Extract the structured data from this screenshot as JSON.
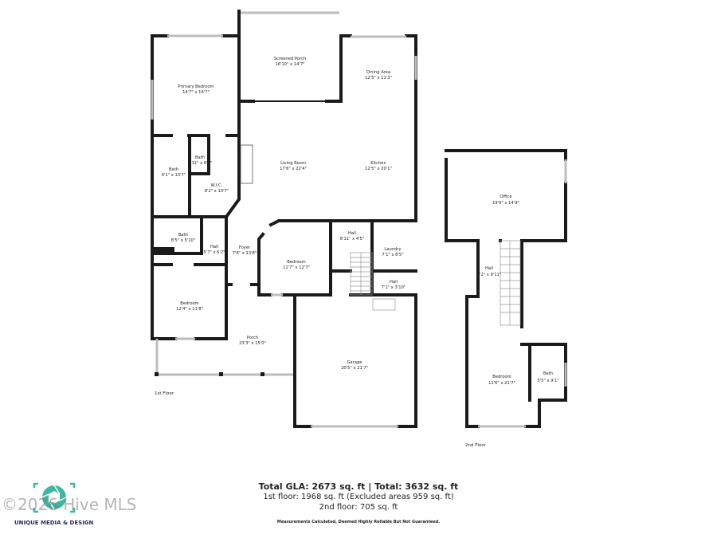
{
  "floors": [
    {
      "label": "1st Floor",
      "rooms": [
        {
          "name": "Primary Bedroom",
          "size": "14'7\" x 16'7\""
        },
        {
          "name": "Screened Porch",
          "size": "16'10\" x 14'7\""
        },
        {
          "name": "Dining Area",
          "size": "12'5\" x 11'3\""
        },
        {
          "name": "Living Room",
          "size": "17'6\" x 22'4\""
        },
        {
          "name": "Kitchen",
          "size": "12'5\" x 20'1\""
        },
        {
          "name": "Bath",
          "size": "2'11\" x 6'1\""
        },
        {
          "name": "Bath",
          "size": "6'1\" x 13'7\""
        },
        {
          "name": "W.I.C.",
          "size": "8'2\" x 13'7\""
        },
        {
          "name": "Bath",
          "size": "8'5\" x 5'10\""
        },
        {
          "name": "Hall",
          "size": "5'7\" x 6'2\""
        },
        {
          "name": "Foyer",
          "size": "7'6\" x 13'8\""
        },
        {
          "name": "Bedroom",
          "size": "11'7\" x 12'7\""
        },
        {
          "name": "Hall",
          "size": "6'11\" x 4'5\""
        },
        {
          "name": "Laundry",
          "size": "7'1\" x 8'5\""
        },
        {
          "name": "Hall",
          "size": "7'1\" x 3'10\""
        },
        {
          "name": "Bedroom",
          "size": "12'4\" x 11'8\""
        },
        {
          "name": "Porch",
          "size": "23'3\" x 15'0\""
        },
        {
          "name": "Garage",
          "size": "20'5\" x 21'7\""
        }
      ]
    },
    {
      "label": "2nd Floor",
      "rooms": [
        {
          "name": "Office",
          "size": "19'9\" x 14'9\""
        },
        {
          "name": "Hall",
          "size": "2'2\" x 9'11\""
        },
        {
          "name": "Bedroom",
          "size": "11'6\" x 21'7\""
        },
        {
          "name": "Bath",
          "size": "5'5\" x 9'1\""
        }
      ]
    }
  ],
  "summary": {
    "total": "Total GLA: 2673 sq. ft | Total: 3632 sq. ft",
    "first_floor": "1st floor: 1968 sq. ft (Excluded areas 959 sq. ft)",
    "second_floor": "2nd floor: 705 sq. ft",
    "disclaimer": "Measurements Calculated, Deemed Highly Reliable But Not Guaranteed."
  },
  "branding": {
    "logo_text": "UNIQUE MEDIA & DESIGN",
    "logo_color": "#3fb5a3",
    "watermark": "©2026 Hive MLS"
  }
}
